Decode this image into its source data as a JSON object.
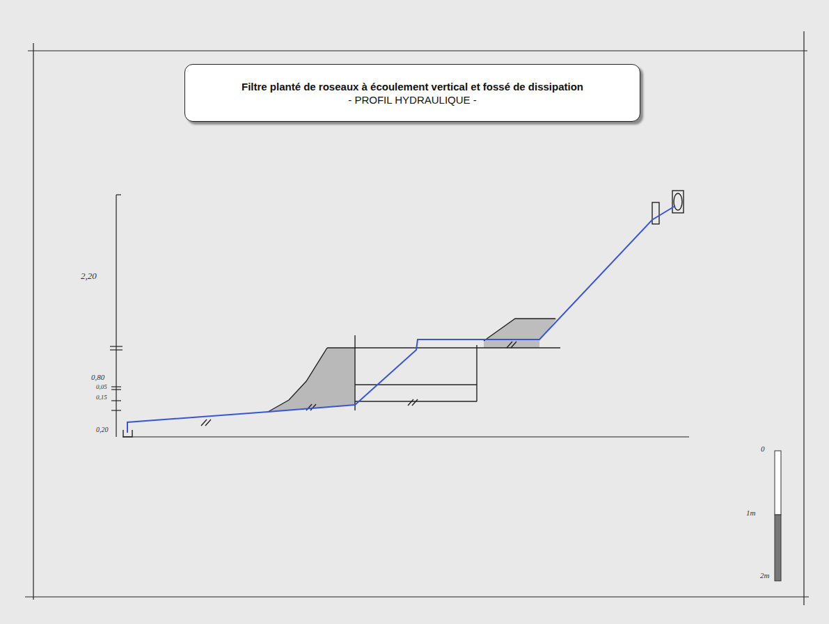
{
  "diagram": {
    "nodes": [
      {
        "text": [
          "Filtre planté de roseaux à écoulement vertical et fossé de dissipation",
          "- PROFIL HYDRAULIQUE -"
        ]
      }
    ],
    "labels": [
      "2,20",
      "0,80",
      "0,05",
      "0,15",
      "0,20",
      "0",
      "1m",
      "2m"
    ]
  }
}
